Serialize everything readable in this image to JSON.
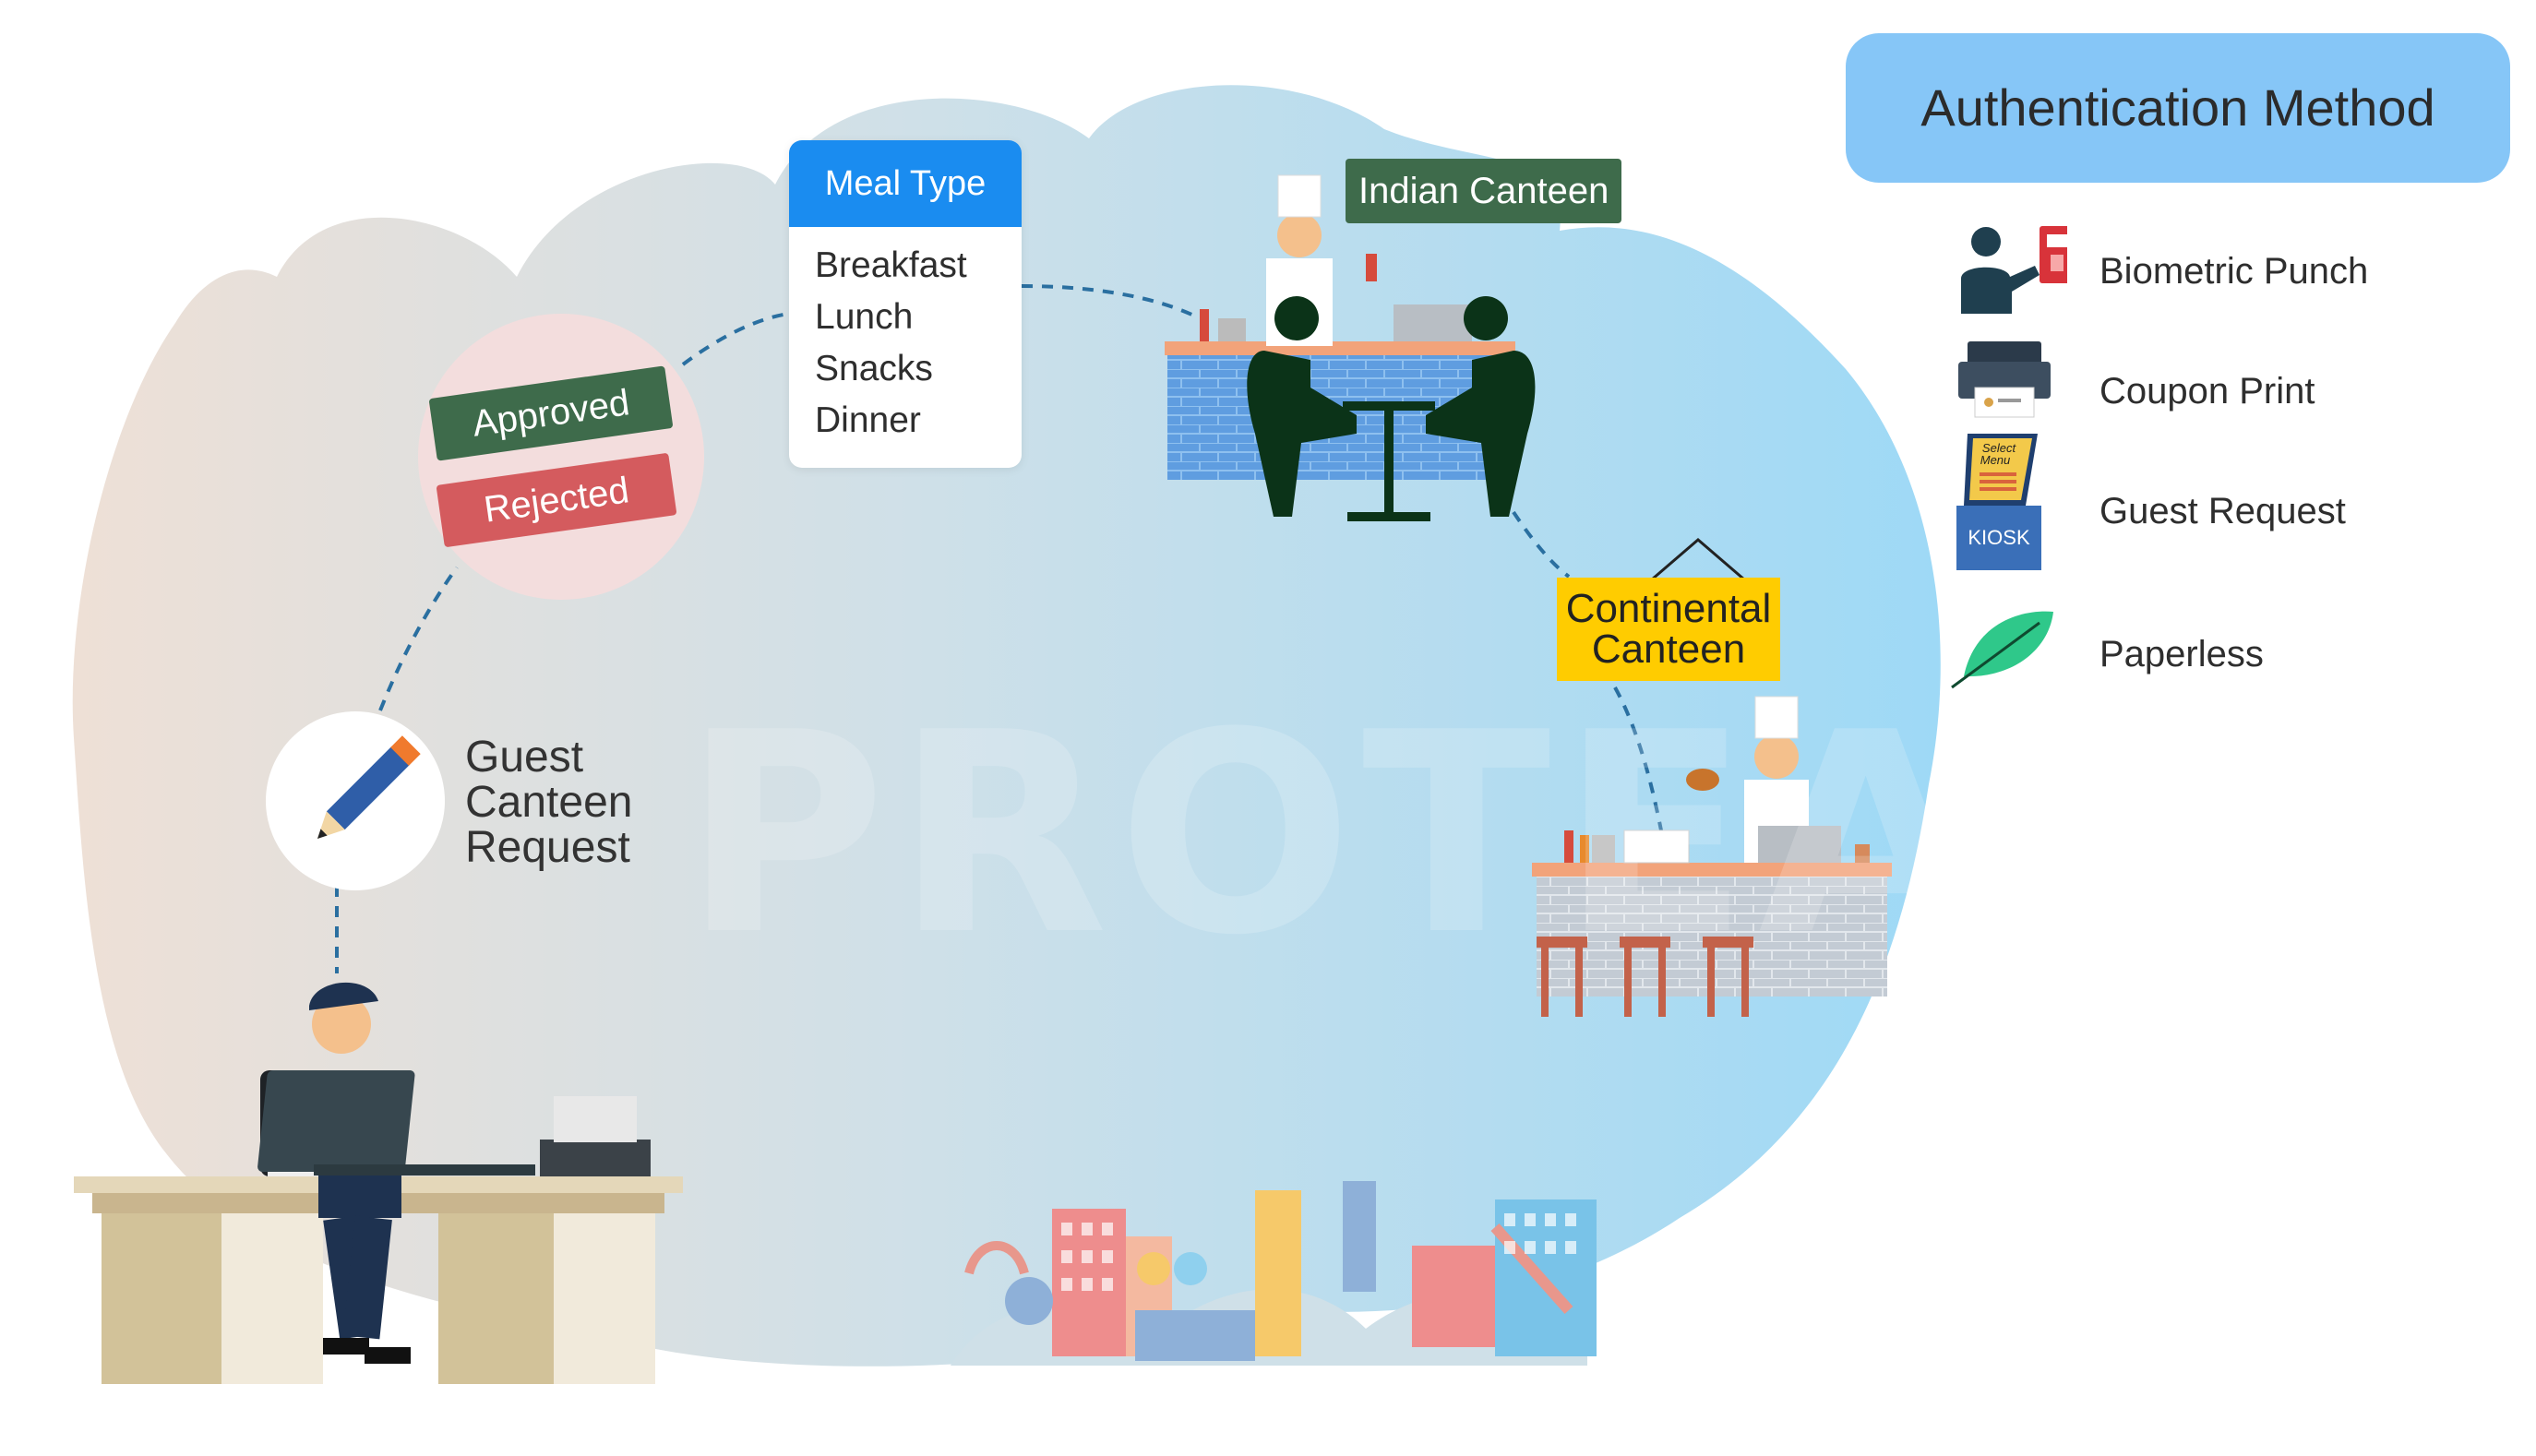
{
  "diagram": {
    "watermark": "PROTEA",
    "meal_type": {
      "title": "Meal Type",
      "items": [
        "Breakfast",
        "Lunch",
        "Snacks",
        "Dinner"
      ]
    },
    "indian_canteen": {
      "label": "Indian Canteen"
    },
    "continental_canteen": {
      "line1": "Continental",
      "line2": "Canteen"
    },
    "approval": {
      "approved": "Approved",
      "rejected": "Rejected"
    },
    "guest_request": {
      "line1": "Guest",
      "line2": "Canteen",
      "line3": "Request"
    },
    "colors": {
      "approved": "#3e6b4b",
      "rejected": "#d45b5e",
      "meal_header": "#1a8cf0",
      "continental": "#ffcc00",
      "auth_header": "#86c6f7",
      "connector": "#2a6fa0"
    }
  },
  "authentication": {
    "title": "Authentication Method",
    "methods": [
      {
        "label": "Biometric Punch",
        "icon": "biometric-punch-icon"
      },
      {
        "label": "Coupon Print",
        "icon": "printer-icon"
      },
      {
        "label": "Guest Request",
        "icon": "kiosk-icon",
        "kiosk_text": "KIOSK",
        "screen_text_1": "Select",
        "screen_text_2": "Menu"
      },
      {
        "label": "Paperless",
        "icon": "leaf-icon"
      }
    ]
  }
}
